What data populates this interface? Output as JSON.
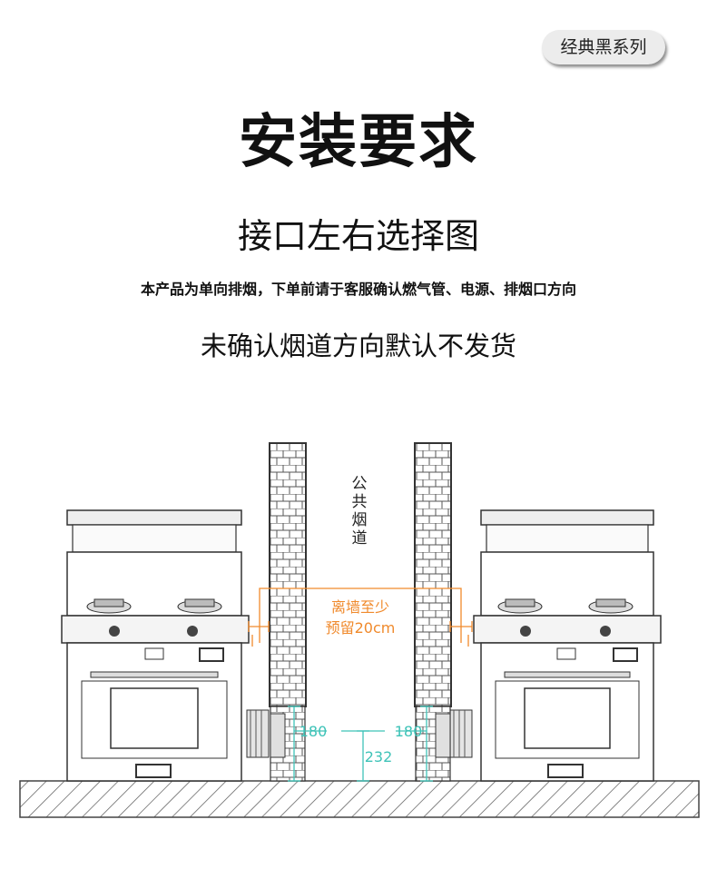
{
  "badge": {
    "label": "经典黑系列"
  },
  "header": {
    "title": "安装要求",
    "subtitle": "接口左右选择图",
    "note": "本产品为单向排烟，下单前请于客服确认燃气管、电源、排烟口方向",
    "warning": "未确认烟道方向默认不发货"
  },
  "diagram": {
    "flue_label": [
      "公",
      "共",
      "烟",
      "道"
    ],
    "clearance": {
      "line1": "离墙至少",
      "line2": "预留20cm"
    },
    "dim_left": "180",
    "dim_right": "180",
    "dim_height": "232",
    "colors": {
      "accent": "#f08a2c",
      "dimension": "#3fc3b8",
      "line": "#333333"
    }
  }
}
